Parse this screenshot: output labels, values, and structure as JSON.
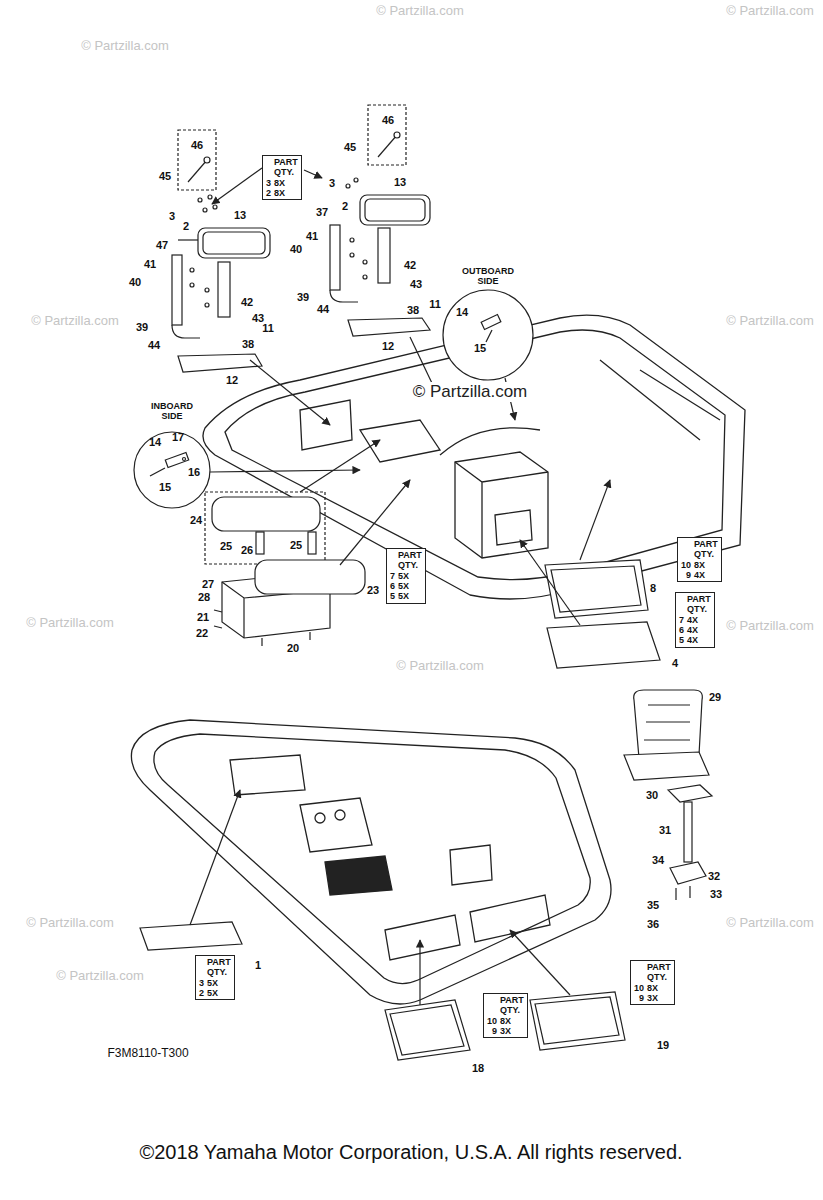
{
  "diagram": {
    "nodes": [
      {
        "text": [
          "PART QTY.",
          "3",
          "8X",
          "2",
          "8X"
        ]
      },
      {
        "text": [
          "PART QTY.",
          "7",
          "5X",
          "6",
          "5X",
          "5",
          "5X"
        ]
      },
      {
        "text": [
          "PART QTY.",
          "10",
          "8X",
          "9",
          "4X"
        ]
      },
      {
        "text": [
          "PART QTY.",
          "7",
          "4X",
          "6",
          "4X",
          "5",
          "4X"
        ]
      },
      {
        "text": [
          "PART QTY.",
          "3",
          "5X",
          "2",
          "5X"
        ]
      },
      {
        "text": [
          "PART QTY.",
          "10",
          "8X",
          "9",
          "3X"
        ]
      },
      {
        "text": [
          "PART QTY.",
          "10",
          "8X",
          "9",
          "3X"
        ]
      }
    ],
    "labels": [
      "46",
      "45",
      "3",
      "2",
      "13",
      "47",
      "41",
      "40",
      "42",
      "43",
      "39",
      "38",
      "44",
      "11",
      "12",
      "46",
      "45",
      "3",
      "2",
      "13",
      "37",
      "41",
      "40",
      "42",
      "43",
      "39",
      "38",
      "44",
      "11",
      "12",
      "OUTBOARD SIDE",
      "14",
      "15",
      "INBOARD SIDE",
      "14",
      "17",
      "16",
      "15",
      "24",
      "25",
      "26",
      "25",
      "27",
      "28",
      "21",
      "22",
      "23",
      "20",
      "8",
      "4",
      "29",
      "30",
      "31",
      "34",
      "32",
      "33",
      "35",
      "36",
      "1",
      "18",
      "19",
      "F3M8110-T300",
      "©2018 Yamaha Motor Corporation, U.S.A. All rights reserved.",
      "© Partzilla.com",
      "© Partzilla.com",
      "© Partzilla.com",
      "© Partzilla.com",
      "© Partzilla.com",
      "© Partzilla.com",
      "© Partzilla.com",
      "© Partzilla.com",
      "© Partzilla.com",
      "© Partzilla.com",
      "© Partzilla.com",
      "© Partzilla.com"
    ]
  }
}
